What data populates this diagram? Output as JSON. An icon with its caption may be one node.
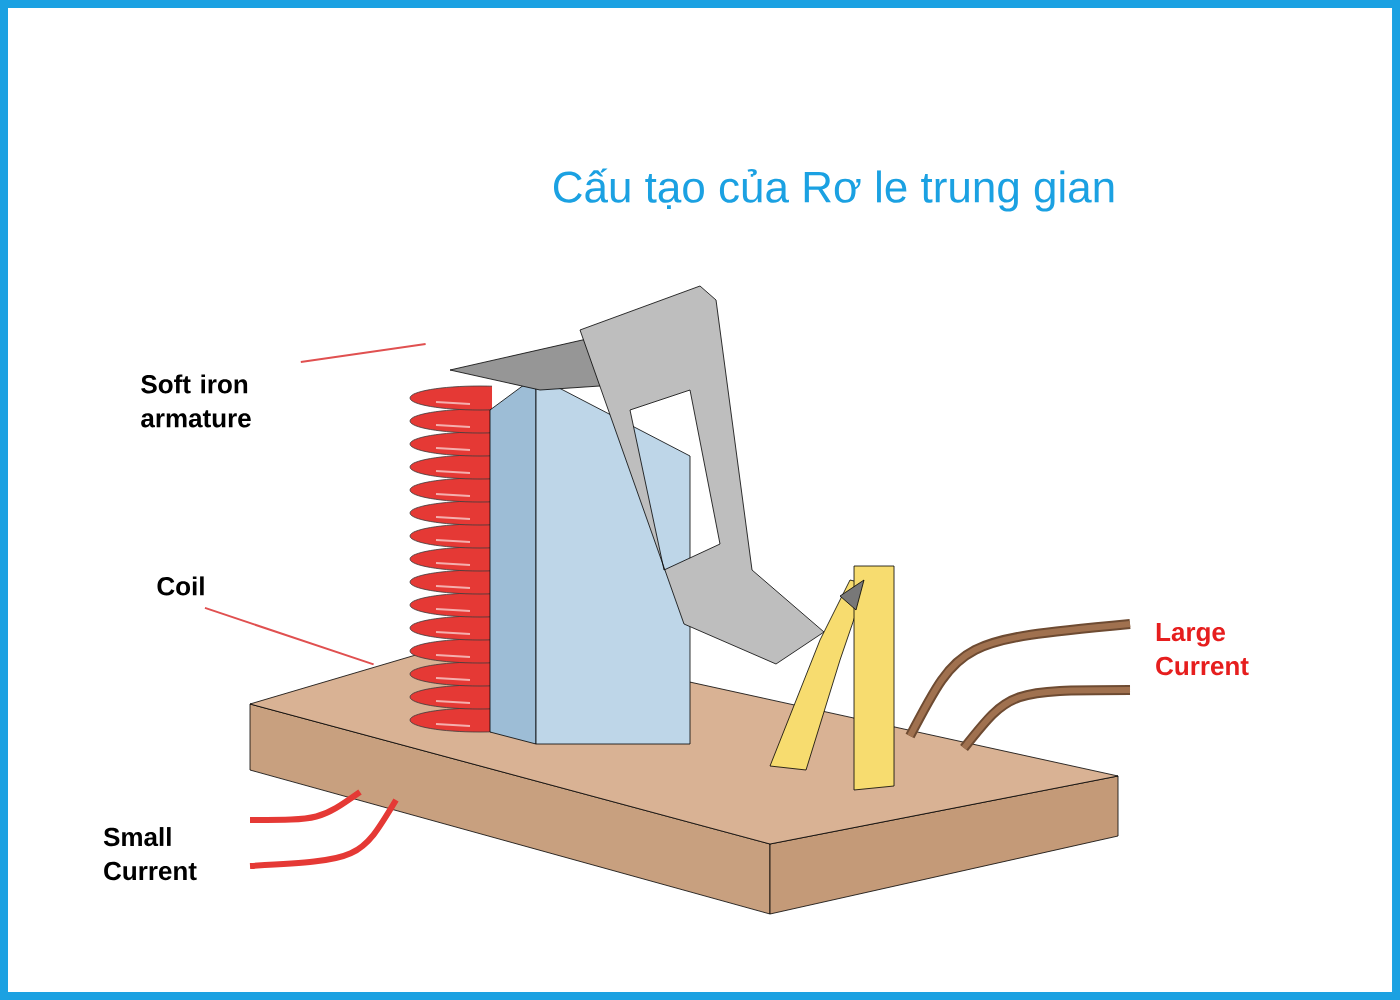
{
  "diagram": {
    "title": "Cấu tạo của Rơ le trung gian",
    "nodes": [
      {
        "text": [
          "Soft iron armature"
        ]
      },
      {
        "text": [],
        "shape": "picture"
      },
      {
        "text": [
          "Coil"
        ]
      },
      {
        "text": [],
        "shape": "picture"
      }
    ],
    "edges": [
      {
        "from": 0,
        "to": 1,
        "arrow": "none"
      },
      {
        "from": 2,
        "to": 3,
        "arrow": "none"
      }
    ],
    "labels": [
      "Large Current",
      "Small Current"
    ]
  }
}
